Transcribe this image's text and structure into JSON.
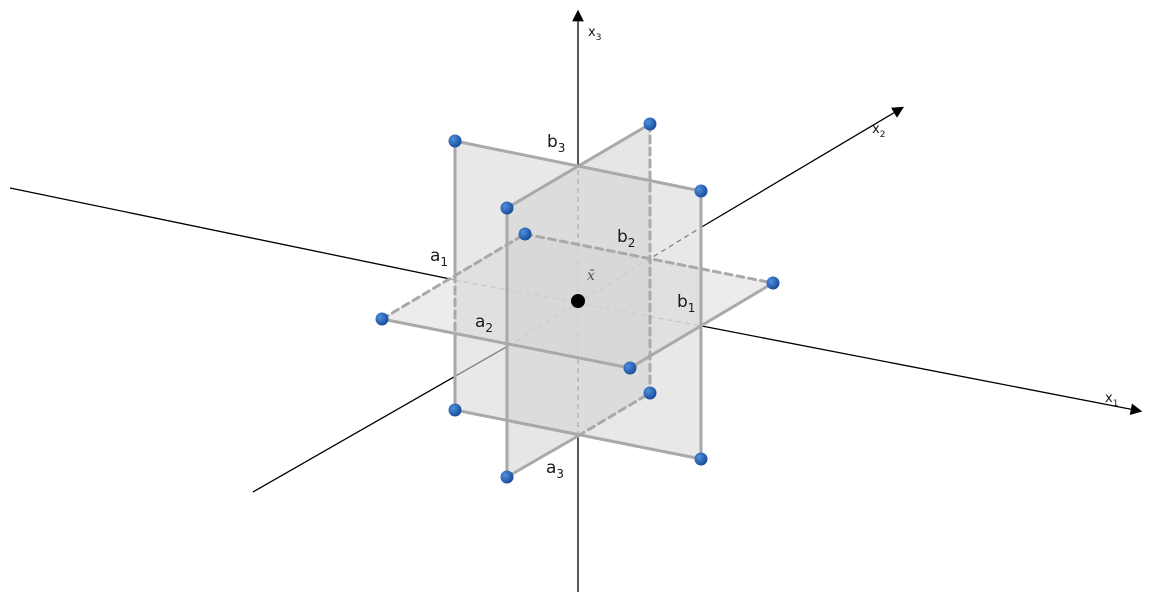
{
  "axes": {
    "x1": {
      "label": "x",
      "sub": "1"
    },
    "x2": {
      "label": "x",
      "sub": "2"
    },
    "x3": {
      "label": "x",
      "sub": "3"
    }
  },
  "center": {
    "label": "x̄"
  },
  "bounds": {
    "a1": {
      "label": "a",
      "sub": "1"
    },
    "a2": {
      "label": "a",
      "sub": "2"
    },
    "a3": {
      "label": "a",
      "sub": "3"
    },
    "b1": {
      "label": "b",
      "sub": "1"
    },
    "b2": {
      "label": "b",
      "sub": "2"
    },
    "b3": {
      "label": "b",
      "sub": "3"
    }
  },
  "colors": {
    "axis": "#000000",
    "plane_fill": "#d6d6d6",
    "plane_edge": "#a8a8a8",
    "vertex": "#1f5fb3",
    "center_point": "#000000"
  }
}
